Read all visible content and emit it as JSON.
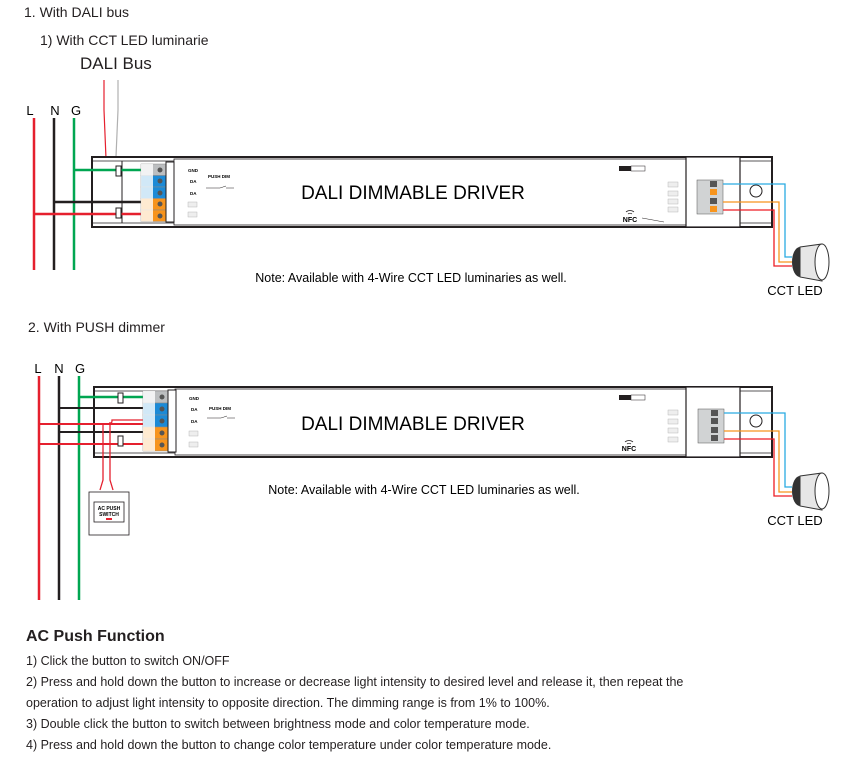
{
  "section1": {
    "heading": "1. With DALI bus",
    "subheading": "1) With CCT LED luminarie",
    "bus_label": "DALI Bus",
    "wire_labels": [
      "L",
      "N",
      "G"
    ],
    "driver_title": "DALI DIMMABLE DRIVER",
    "terminal_labels": [
      "GND",
      "DA",
      "DA"
    ],
    "push_dim_label": "PUSH DIM",
    "nfc_label": "NFC",
    "note": "Note: Available with 4-Wire CCT LED luminaries as well.",
    "led_label": "CCT LED"
  },
  "section2": {
    "heading": "2. With PUSH dimmer",
    "wire_labels": [
      "L",
      "N",
      "G"
    ],
    "driver_title": "DALI DIMMABLE DRIVER",
    "terminal_labels": [
      "GND",
      "DA",
      "DA"
    ],
    "push_dim_label": "PUSH DIM",
    "nfc_label": "NFC",
    "switch_label": [
      "AC PUSH",
      "SWITCH"
    ],
    "note": "Note: Available with 4-Wire CCT LED luminaries as well.",
    "led_label": "CCT LED"
  },
  "ac_push": {
    "title": "AC Push Function",
    "items": [
      "1) Click the button to switch ON/OFF",
      "2) Press and hold down the button to increase or decrease light intensity to desired level and release it, then repeat the",
      "operation to adjust light intensity to opposite direction. The dimming range is from 1% to 100%.",
      "3) Double click the button to switch between brightness mode and color temperature mode.",
      "4) Press and hold down the button to change color temperature under color temperature mode."
    ]
  },
  "colors": {
    "live": "#e5202e",
    "neutral": "#231f20",
    "ground": "#00a651",
    "dali_blue": "#1c8ad6",
    "terminal_orange": "#f7941d",
    "led_blue": "#29abe2",
    "led_orange": "#f7941d",
    "led_red": "#ed1c24"
  }
}
